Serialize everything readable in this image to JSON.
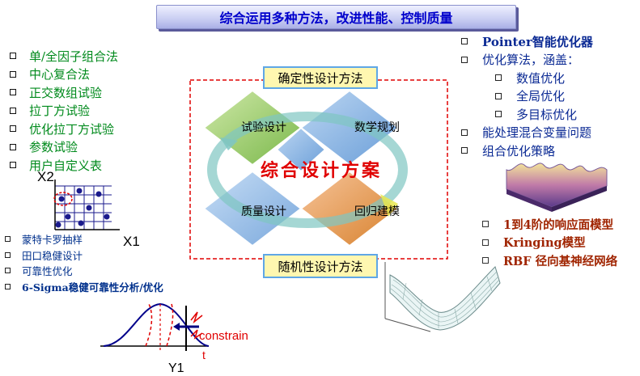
{
  "title": "综合运用多种方法，改进性能、控制质量",
  "left_methods": [
    "单/全因子组合法",
    "中心复合法",
    "正交数组试验",
    "拉丁方试验",
    "优化拉丁方试验",
    "参数试验",
    "用户自定义表"
  ],
  "doe_plot": {
    "y_axis": "X2",
    "x_axis": "X1"
  },
  "reliability_methods": [
    "蒙特卡罗抽样",
    "田口稳健设计",
    "可靠性优化",
    "6-Sigma稳健可靠性分析/优化"
  ],
  "distribution_plot": {
    "x_label": "Y1",
    "constraint_label": "constrain",
    "t_label": "t"
  },
  "center": {
    "top_label": "确定性设计方法",
    "bottom_label": "随机性设计方法",
    "center_text": "综合设计方案",
    "quadrants": [
      "试验设计",
      "数学规划",
      "质量设计",
      "回归建模"
    ]
  },
  "optimization": {
    "items": [
      {
        "text": "Pointer智能优化器",
        "level": 0
      },
      {
        "text": "优化算法，涵盖：",
        "level": 0
      },
      {
        "text": "数值优化",
        "level": 1
      },
      {
        "text": "全局优化",
        "level": 1
      },
      {
        "text": "多目标优化",
        "level": 1
      },
      {
        "text": "能处理混合变量问题",
        "level": 0
      },
      {
        "text": "组合优化策略",
        "level": 0
      }
    ]
  },
  "surrogate_models": [
    "1到4阶的响应面模型",
    "Kringing模型",
    "RBF 径向基神经网络"
  ],
  "colors": {
    "title": "#0000cc",
    "left_list": "#008a1c",
    "right_list": "#0b2a94",
    "models": "#a02400",
    "center_text": "#e00000"
  }
}
